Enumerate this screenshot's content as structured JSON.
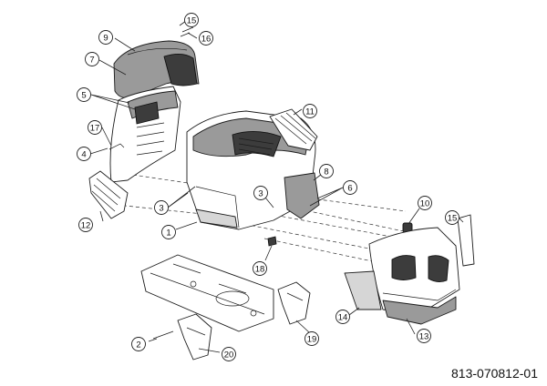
{
  "diagram": {
    "drawing_number": "813-070812-01",
    "callouts": [
      "1",
      "2",
      "3",
      "3",
      "3",
      "4",
      "5",
      "5",
      "6",
      "7",
      "8",
      "9",
      "10",
      "11",
      "12",
      "13",
      "14",
      "15",
      "16",
      "17",
      "17",
      "18",
      "19",
      "20"
    ]
  }
}
